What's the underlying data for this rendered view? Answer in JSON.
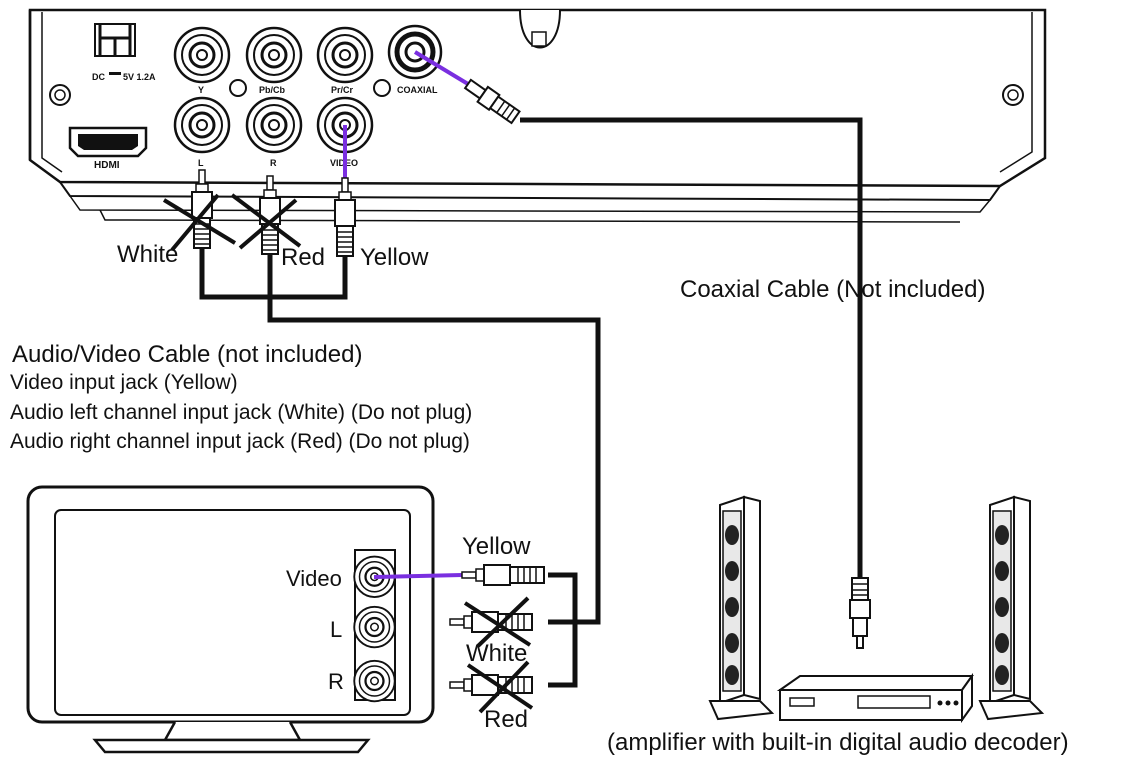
{
  "player_panel": {
    "dc_label": "DC",
    "dc_rating": "5V 1.2A",
    "hdmi_label": "HDMI",
    "coaxial_label": "COAXIAL",
    "jack_y": "Y",
    "jack_pb": "Pb/Cb",
    "jack_pr": "Pr/Cr",
    "jack_l": "L",
    "jack_r": "R",
    "jack_video": "VIDEO"
  },
  "top_plugs": {
    "white": "White",
    "red": "Red",
    "yellow": "Yellow"
  },
  "coax_cable_label": "Coaxial Cable (Not included)",
  "av_cable": {
    "title": "Audio/Video Cable (not included)",
    "line1": "Video input jack (Yellow)",
    "line2": "Audio left channel input jack (White) (Do not plug)",
    "line3": "Audio right channel input jack (Red) (Do not plug)"
  },
  "tv": {
    "video_label": "Video",
    "l_label": "L",
    "r_label": "R"
  },
  "tv_plugs": {
    "yellow": "Yellow",
    "white": "White",
    "red": "Red"
  },
  "amplifier_caption": "(amplifier with built-in digital audio decoder)",
  "colors": {
    "signal_line": "#7a2fe0",
    "cable": "#111111",
    "outline": "#111111",
    "background": "#ffffff"
  },
  "icons": [
    "power-adapter-icon",
    "cross-mark-icon",
    "speaker-icon",
    "amplifier-icon",
    "tv-icon"
  ]
}
